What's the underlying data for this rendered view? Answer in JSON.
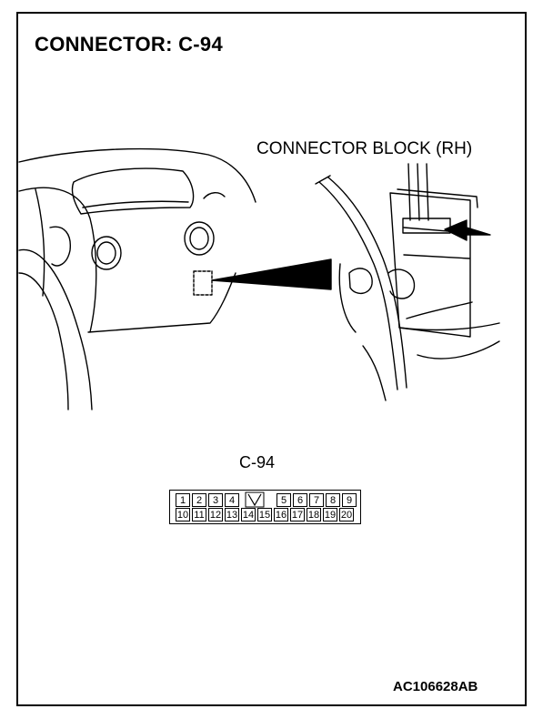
{
  "title": "CONNECTOR: C-94",
  "block_label": "CONNECTOR BLOCK (RH)",
  "connector_label": "C-94",
  "pins": {
    "row1": [
      "1",
      "2",
      "3",
      "4",
      "5",
      "6",
      "7",
      "8",
      "9"
    ],
    "row2": [
      "10",
      "11",
      "12",
      "13",
      "14",
      "15",
      "16",
      "17",
      "18",
      "19",
      "20"
    ]
  },
  "figure_code": "AC106628AB",
  "colors": {
    "line": "#000000",
    "background": "#ffffff"
  }
}
